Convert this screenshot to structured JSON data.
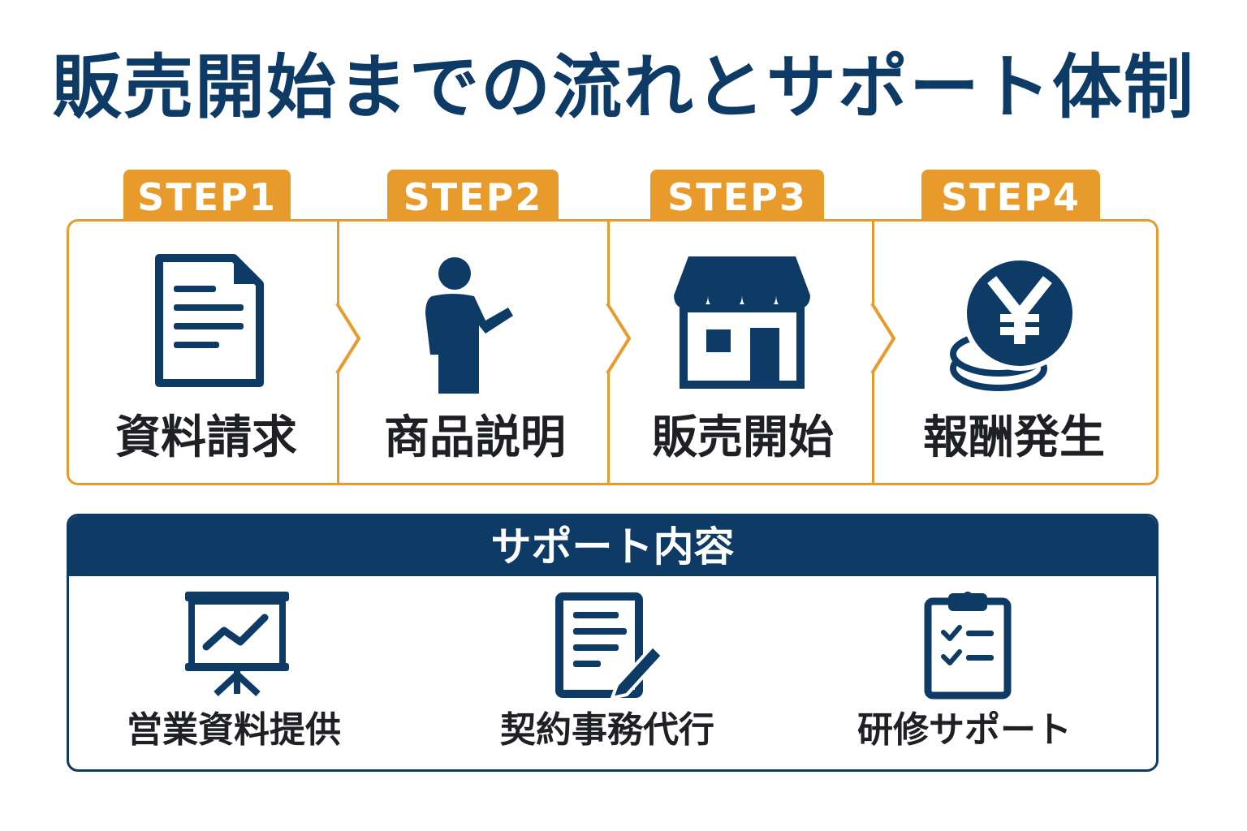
{
  "title": "販売開始までの流れとサポート体制",
  "colors": {
    "navy": "#0d3b66",
    "orange": "#e89b2a",
    "text": "#1e2024"
  },
  "steps": [
    {
      "tab": "STEP1",
      "label": "資料請求",
      "icon": "document-icon"
    },
    {
      "tab": "STEP2",
      "label": "商品説明",
      "icon": "presenter-person-icon"
    },
    {
      "tab": "STEP3",
      "label": "販売開始",
      "icon": "storefront-icon"
    },
    {
      "tab": "STEP4",
      "label": "報酬発生",
      "icon": "yen-coin-icon"
    }
  ],
  "support": {
    "title": "サポート内容",
    "items": [
      {
        "label": "営業資料提供",
        "icon": "presentation-chart-icon"
      },
      {
        "label": "契約事務代行",
        "icon": "document-pen-icon"
      },
      {
        "label": "研修サポート",
        "icon": "checklist-clipboard-icon"
      }
    ]
  }
}
